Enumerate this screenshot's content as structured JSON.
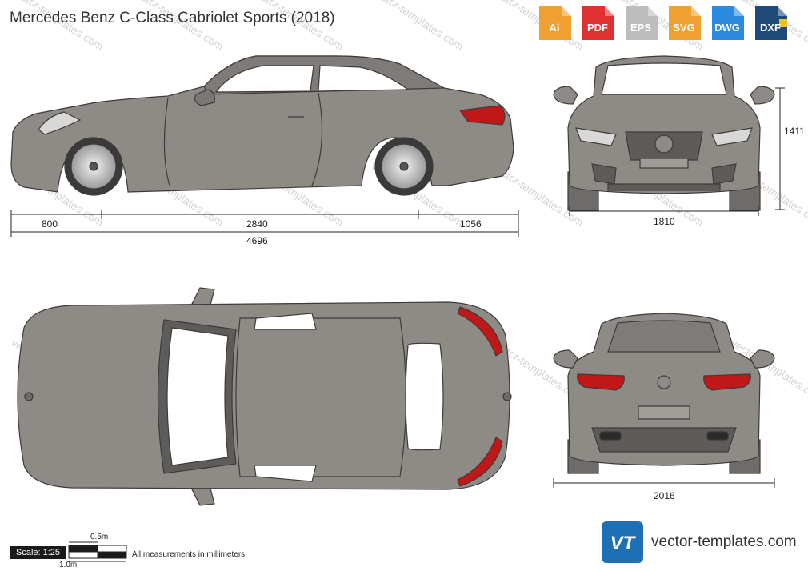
{
  "title": "Mercedes Benz C-Class Cabriolet Sports (2018)",
  "formats": [
    {
      "label": "Ai",
      "color": "#f0a030"
    },
    {
      "label": "PDF",
      "color": "#e03030"
    },
    {
      "label": "EPS",
      "color": "#bdbdbd"
    },
    {
      "label": "SVG",
      "color": "#f0a030"
    },
    {
      "label": "DWG",
      "color": "#2a8be0"
    },
    {
      "label": "DXF",
      "color": "#1f4b78"
    }
  ],
  "dimensions": {
    "front_overhang": "800",
    "wheelbase": "2840",
    "rear_overhang": "1056",
    "length": "4696",
    "height": "1411",
    "width": "1810",
    "width_mirrors": "2016"
  },
  "scale": {
    "label": "Scale: 1:25",
    "half_meter": "0.5m",
    "one_meter": "1.0m"
  },
  "note": "All measurements in millimeters.",
  "brand": {
    "logo": "VT",
    "name": "vector-templates.com"
  },
  "watermark": "vector-templates.com",
  "colors": {
    "body": "#8e8b87",
    "dark": "#5e5c5a",
    "glass": "#ffffff",
    "tail": "#c01818"
  }
}
